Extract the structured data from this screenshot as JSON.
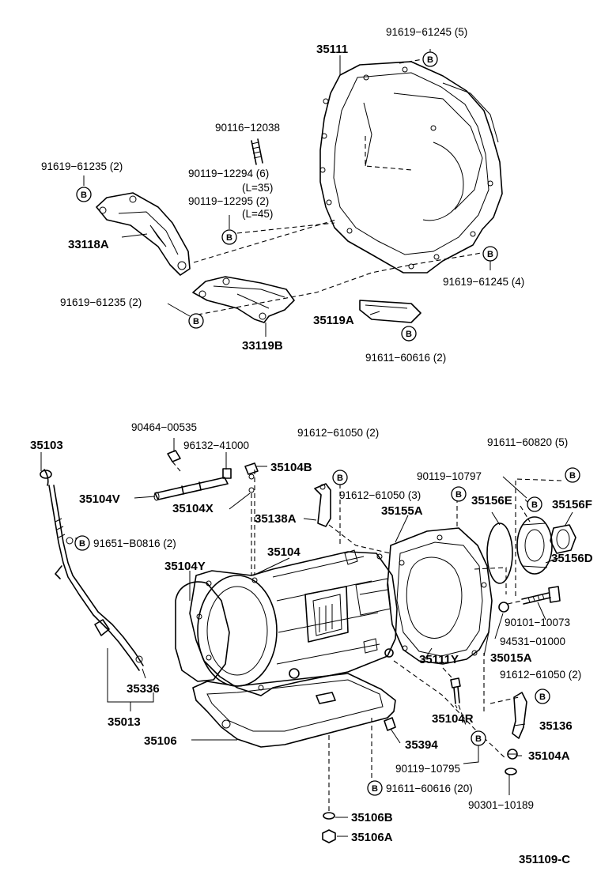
{
  "diagram_id": "351109-C",
  "bolt_symbol": "B",
  "labels": {
    "p35111": "35111",
    "p91619_61245_5": "91619−61245 (5)",
    "p90116_12038": "90116−12038",
    "p91619_61235_2a": "91619−61235 (2)",
    "p90119_12294": "90119−12294 (6)",
    "l35": "(L=35)",
    "p90119_12295": "90119−12295 (2)",
    "l45": "(L=45)",
    "p33118A": "33118A",
    "p91619_61245_4": "91619−61245 (4)",
    "p91619_61235_2b": "91619−61235 (2)",
    "p35119A": "35119A",
    "p33119B": "33119B",
    "p91611_60616_2": "91611−60616 (2)",
    "p90464_00535": "90464−00535",
    "p35103": "35103",
    "p96132_41000": "96132−41000",
    "p91612_61050_2a": "91612−61050 (2)",
    "p91611_60820_5": "91611−60820 (5)",
    "p35104B": "35104B",
    "p90119_10797": "90119−10797",
    "p35104V": "35104V",
    "p35104X": "35104X",
    "p91612_61050_3": "91612−61050 (3)",
    "p35156E": "35156E",
    "p35156F": "35156F",
    "p35138A": "35138A",
    "p35155A": "35155A",
    "p91651_B0816_2": "91651−B0816 (2)",
    "p35104": "35104",
    "p35156D": "35156D",
    "p35104Y": "35104Y",
    "p90101_10073": "90101−10073",
    "p94531_01000": "94531−01000",
    "p35111Y": "35111Y",
    "p35015A": "35015A",
    "p91612_61050_2b": "91612−61050 (2)",
    "p35336": "35336",
    "p35013": "35013",
    "p35104R": "35104R",
    "p35136": "35136",
    "p35106": "35106",
    "p35394": "35394",
    "p35104A": "35104A",
    "p90119_10795": "90119−10795",
    "p91611_60616_20": "91611−60616 (20)",
    "p90301_10189": "90301−10189",
    "p35106B": "35106B",
    "p35106A": "35106A"
  }
}
